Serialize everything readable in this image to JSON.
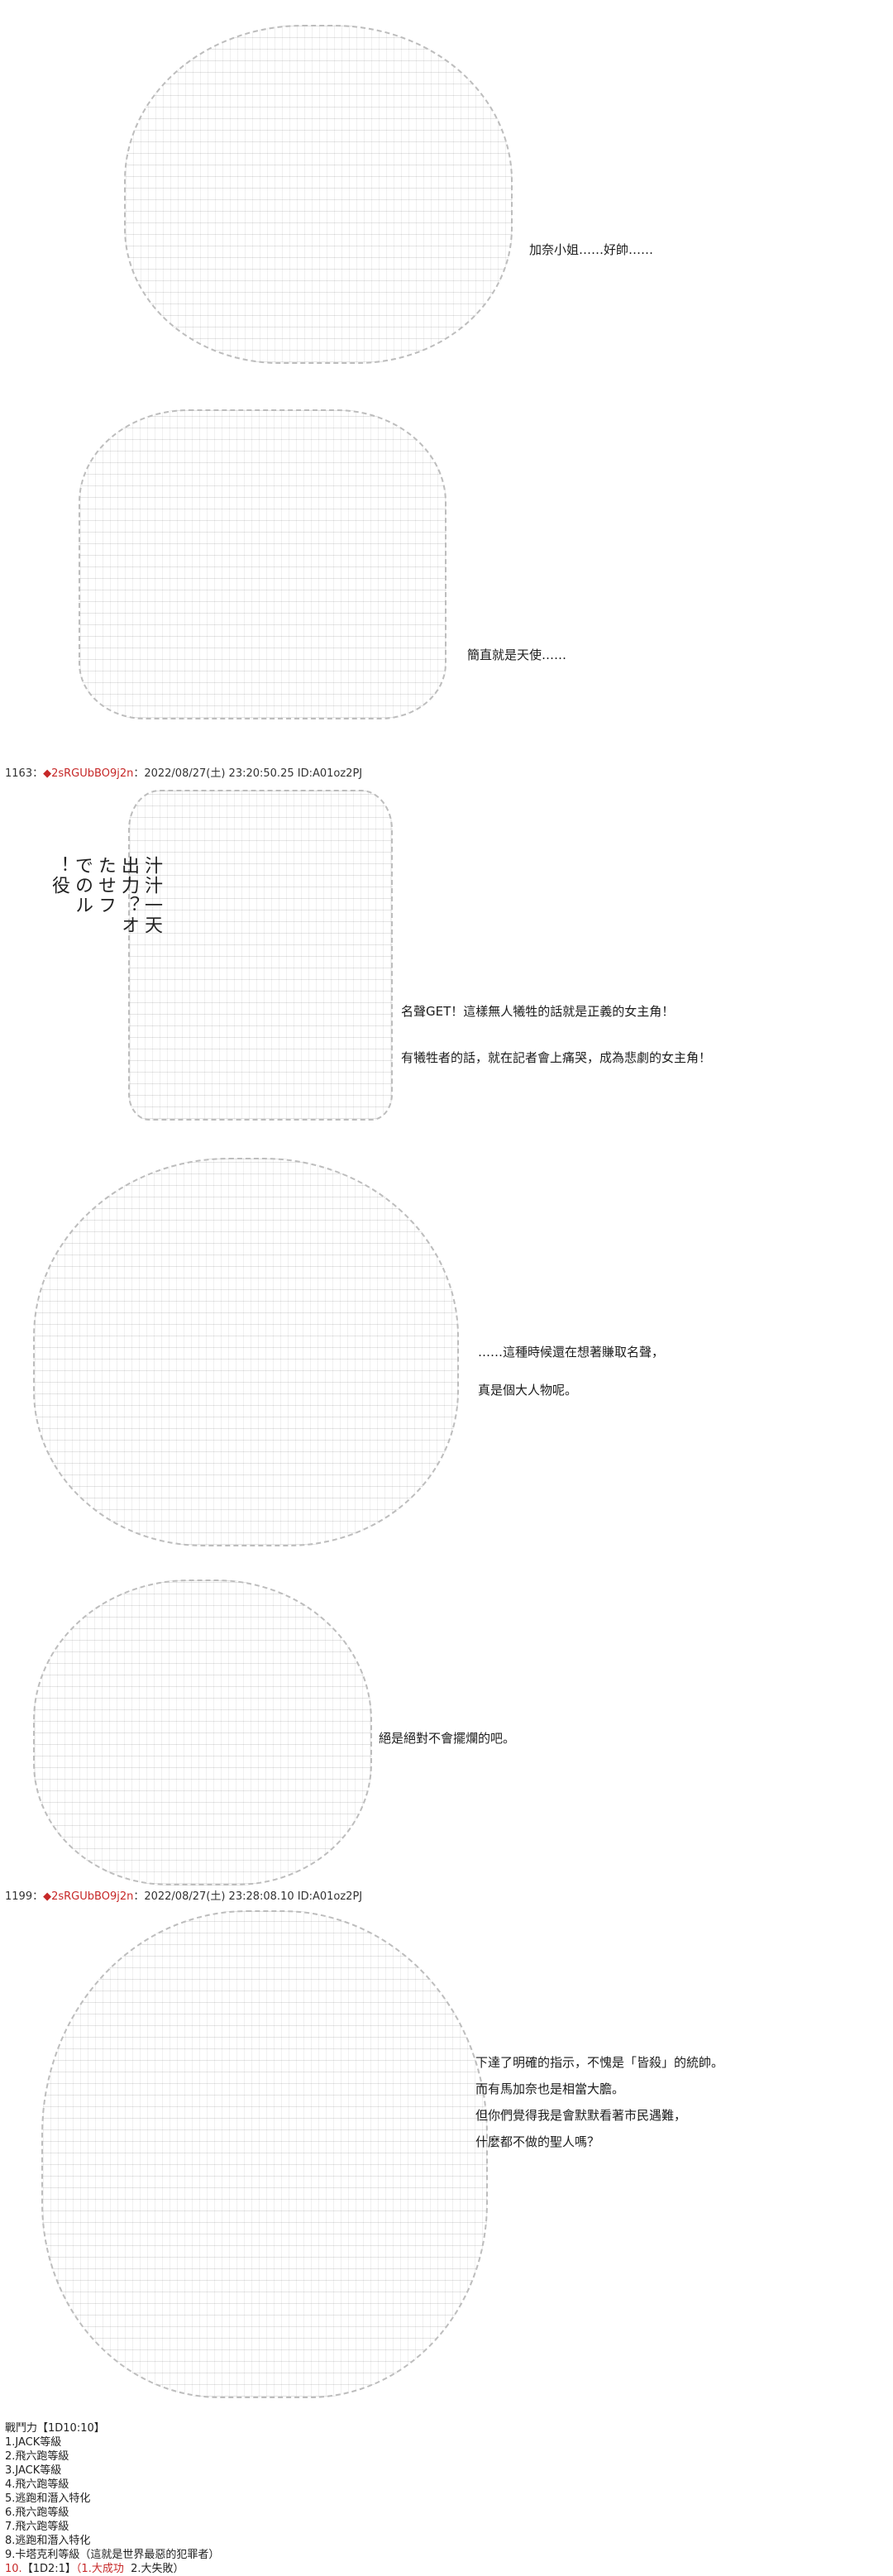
{
  "panels": [
    {
      "dialogue": [
        "加奈小姐……好帥……"
      ]
    },
    {
      "dialogue": [
        "簡直就是天使……"
      ]
    },
    {
      "post": {
        "number": "1163",
        "separator": "：",
        "diamond": "◆",
        "trip": "2sRGUbBO9j2n",
        "meta": "：2022/08/27(土) 23:20:50.25 ID:A01oz2PJ"
      },
      "vertical_text": [
        "汁汁一天",
        "出力？オ",
        "たせフ",
        "でのル",
        "！役"
      ],
      "dialogue": [
        "名聲GET！這樣無人犧牲的話就是正義的女主角！",
        "有犧牲者的話，就在記者會上痛哭，成為悲劇的女主角！"
      ]
    },
    {
      "dialogue": [
        "……這種時候還在想著賺取名聲，",
        "真是個大人物呢。"
      ]
    },
    {
      "dialogue": [
        "絕是絕對不會擺爛的吧。"
      ]
    },
    {
      "post": {
        "number": "1199",
        "separator": "：",
        "diamond": "◆",
        "trip": "2sRGUbBO9j2n",
        "meta": "：2022/08/27(土) 23:28:08.10 ID:A01oz2PJ"
      },
      "dialogue": [
        "下達了明確的指示，不愧是「皆殺」的統帥。",
        "而有馬加奈也是相當大膽。",
        "但你們覺得我是會默默看著市民遇難，",
        "什麼都不做的聖人嗎？"
      ]
    }
  ],
  "stats": {
    "title": "戰鬥力【1D10:10】",
    "rows": [
      "1.JACK等級",
      "2.飛六跑等級",
      "3.JACK等級",
      "4.飛六跑等級",
      "5.逃跑和潛入特化",
      "6.飛六跑等級",
      "7.飛六跑等級",
      "8.逃跑和潛入特化",
      "9.卡塔克利等級（這就是世界最惡的犯罪者）"
    ],
    "last_row": {
      "prefix": "10.",
      "label": "【1D2:1】",
      "paren_open": "（",
      "success": "1.大成功",
      "separator": "  ",
      "fail": "2.大失敗",
      "paren_close": "）"
    }
  }
}
